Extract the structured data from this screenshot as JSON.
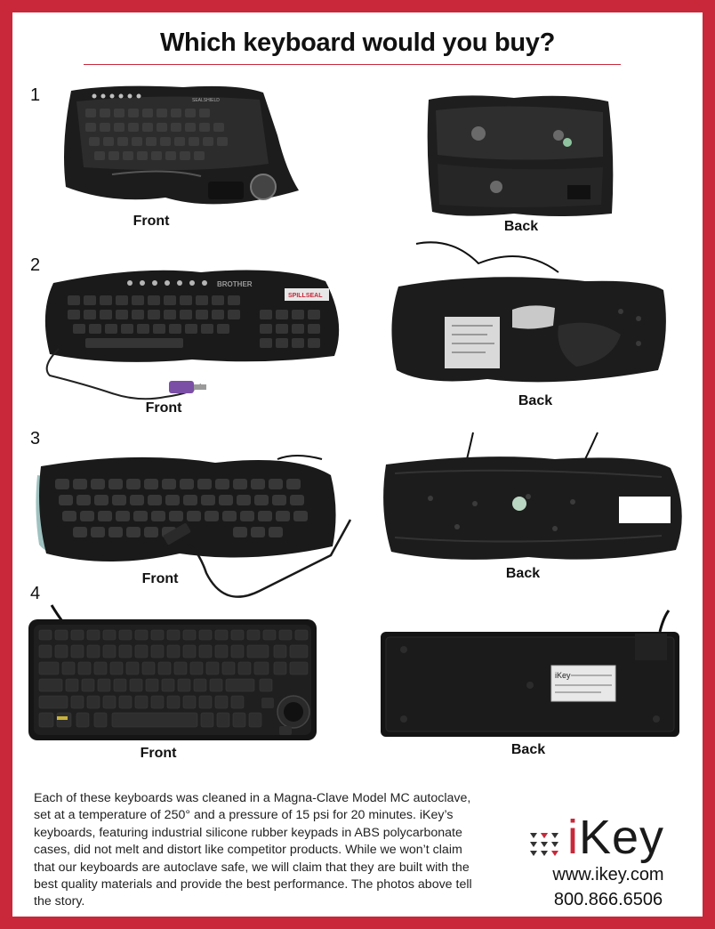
{
  "title": "Which keyboard would you buy?",
  "rows": [
    {
      "number": "1",
      "front_label": "Front",
      "back_label": "Back"
    },
    {
      "number": "2",
      "front_label": "Front",
      "back_label": "Back"
    },
    {
      "number": "3",
      "front_label": "Front",
      "back_label": "Back"
    },
    {
      "number": "4",
      "front_label": "Front",
      "back_label": "Back"
    }
  ],
  "images": {
    "kb1_front_logo": "SEALSHIELD",
    "kb2_front_brand": "BROTHER",
    "kb2_front_sticker": "SPILLSEAL",
    "kb4_back_label": "iKey"
  },
  "description": "Each of these keyboards was cleaned in a Magna-Clave Model MC autoclave, set at a temperature of 250° and a pressure of 15 psi for 20 minutes. iKey’s keyboards, featuring industrial silicone rubber keypads in ABS polycarbonate cases, did not melt and distort like competitor products.  While we won’t claim that our keyboards are autoclave safe, we will claim that they are built with the best quality materials and provide the best performance. The photos above tell the story.",
  "brand": {
    "name_prefix": "i",
    "name_rest": "Key",
    "url": "www.ikey.com",
    "phone": "800.866.6506"
  },
  "colors": {
    "accent": "#c8283a",
    "keyboard": "#1b1b1b"
  }
}
